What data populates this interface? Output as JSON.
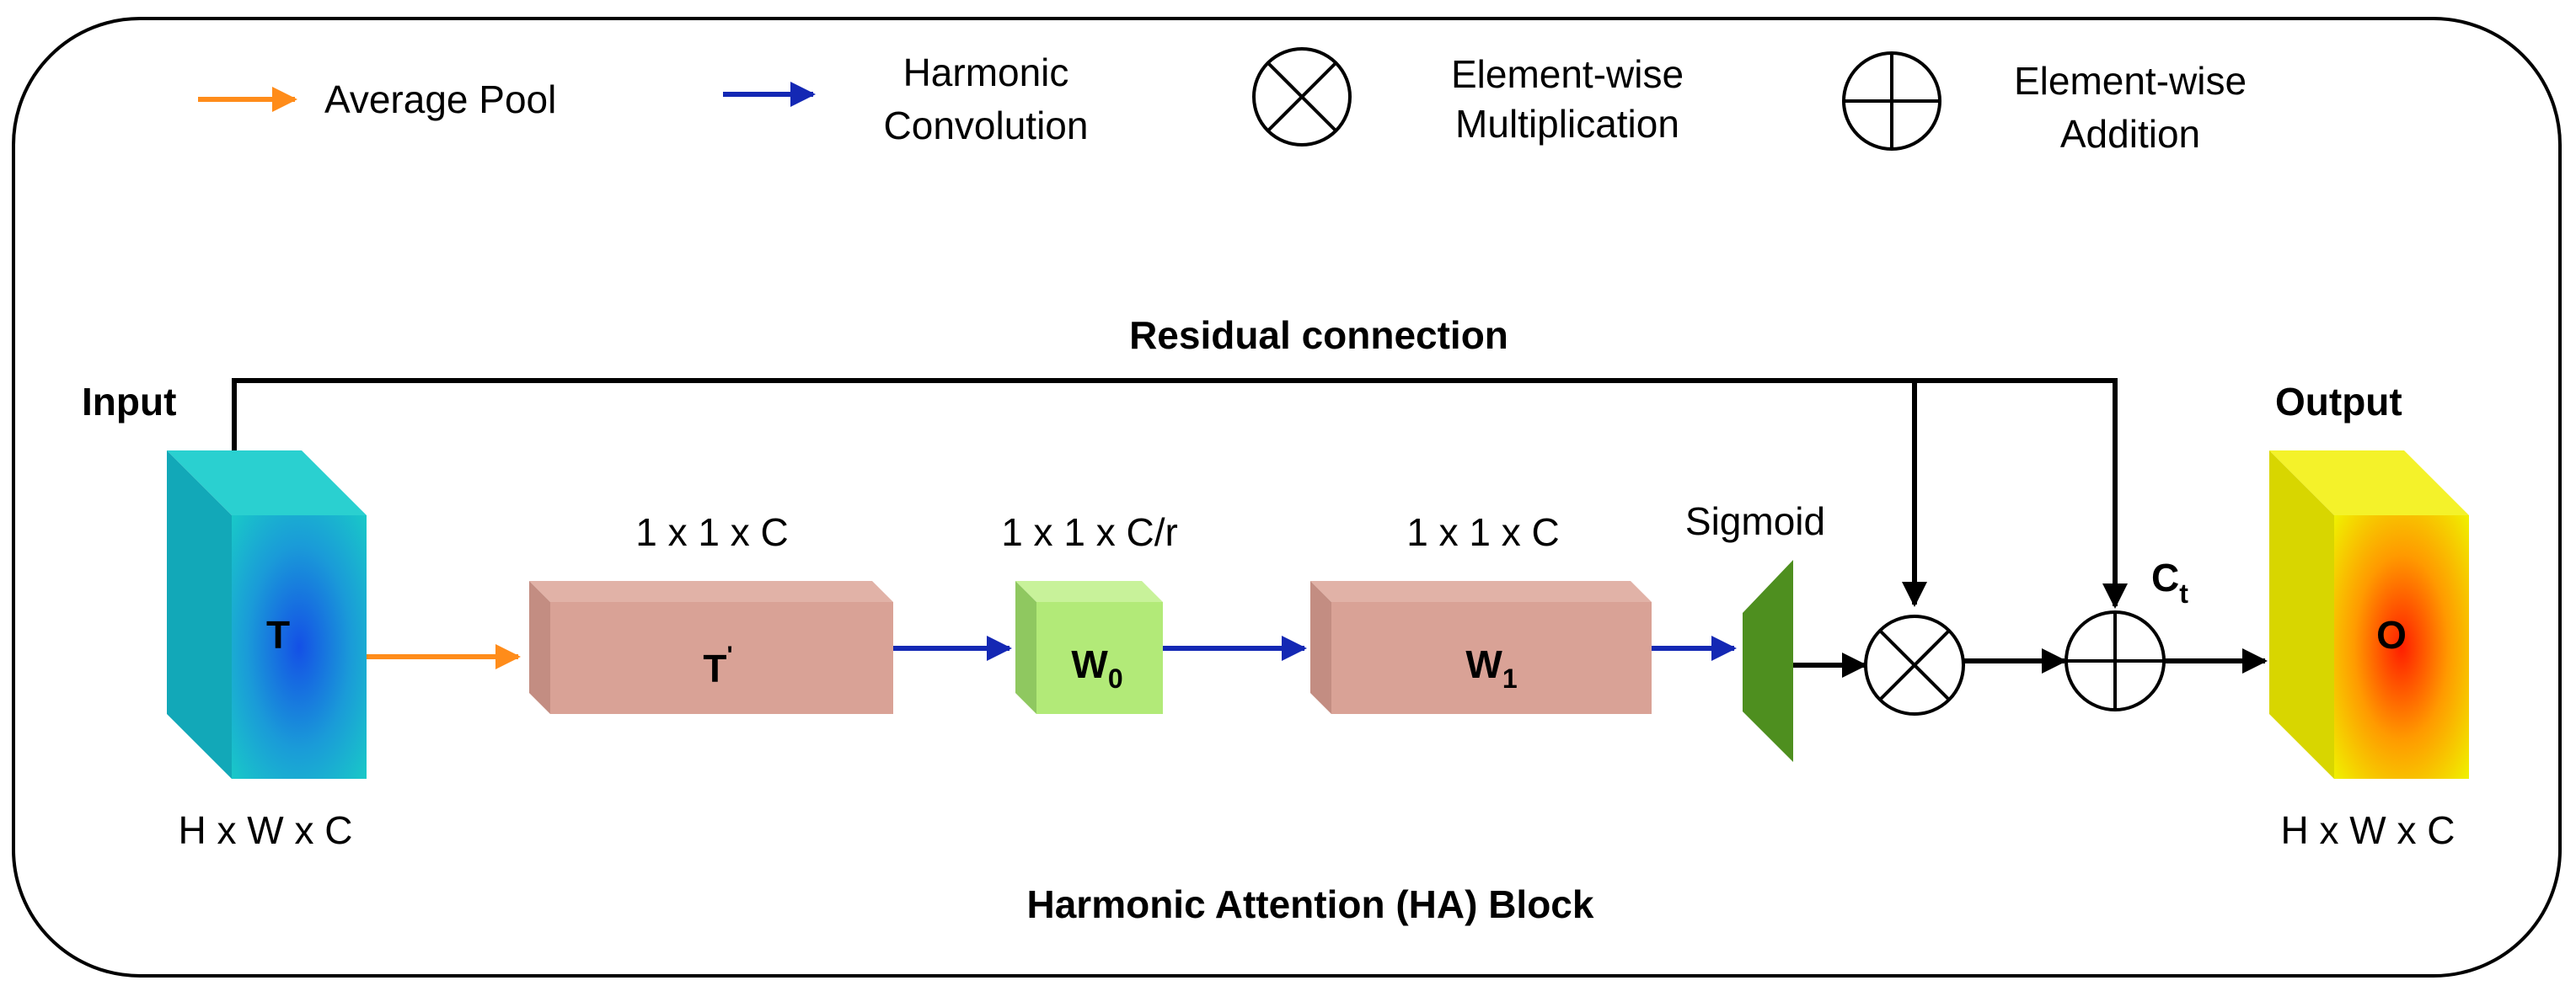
{
  "legend": {
    "average_pool": "Average Pool",
    "harmonic_convolution_line1": "Harmonic",
    "harmonic_convolution_line2": "Convolution",
    "elementwise_mult_line1": "Element-wise",
    "elementwise_mult_line2": "Multiplication",
    "elementwise_add_line1": "Element-wise",
    "elementwise_add_line2": "Addition"
  },
  "labels": {
    "input": "Input",
    "output": "Output",
    "residual": "Residual connection",
    "block_title": "Harmonic Attention (HA) Block",
    "sigmoid": "Sigmoid",
    "input_dims": "H x W x C",
    "output_dims": "H x W x C",
    "tprime_dims": "1 x 1 x C",
    "w0_dims": "1 x 1 x C/r",
    "w1_dims": "1 x 1 x C",
    "ct_main": "C",
    "ct_sub": "t"
  },
  "tensors": {
    "T": "T",
    "Tprime_main": "T",
    "Tprime_sup": "'",
    "W0_main": "W",
    "W0_sub": "0",
    "W1_main": "W",
    "W1_sub": "1",
    "O": "O"
  },
  "colors": {
    "avg_pool_arrow": "#FF8C1A",
    "harmonic_conv_arrow": "#1428B4",
    "input_tensor": "#19C8C8",
    "input_center": "#1450E6",
    "tprime_box": "#D9A296",
    "w0_box": "#B2EA78",
    "sigmoid": "#4E8F1F",
    "output_tensor": "#F0F000",
    "output_center": "#FF1E00"
  }
}
